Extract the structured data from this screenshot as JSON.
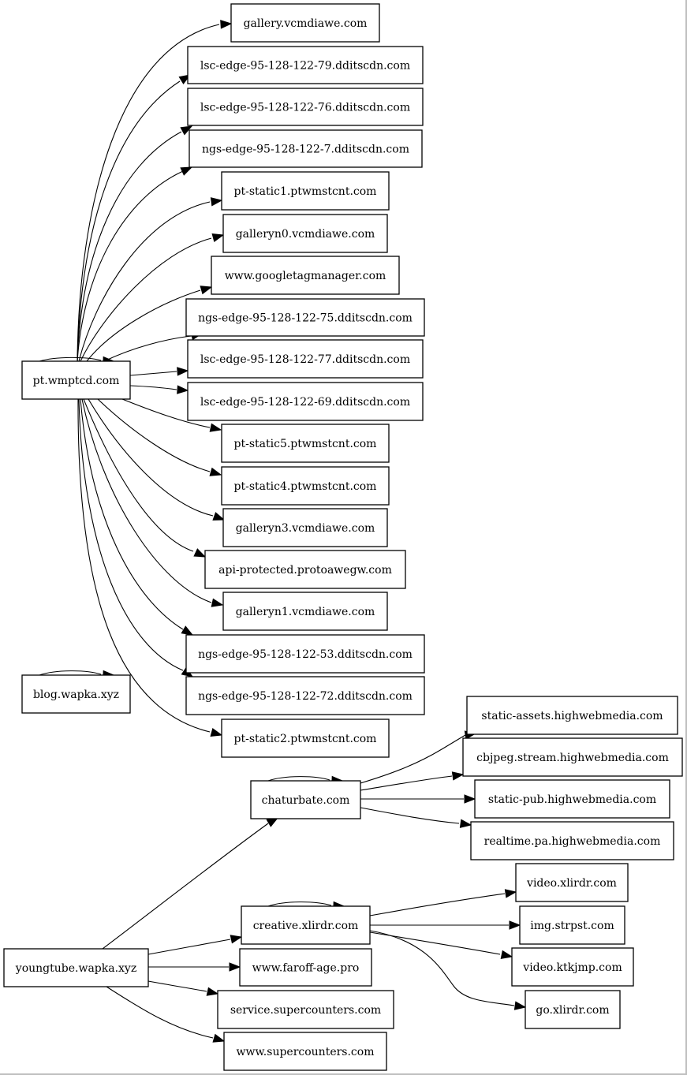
{
  "graph": {
    "nodes": {
      "pt": "pt.wmptcd.com",
      "blog": "blog.wapka.xyz",
      "youngtube": "youngtube.wapka.xyz",
      "chaturbate": "chaturbate.com",
      "creative": "creative.xlirdr.com",
      "gallery": "gallery.vcmdiawe.com",
      "lsc79": "lsc-edge-95-128-122-79.dditscdn.com",
      "lsc76": "lsc-edge-95-128-122-76.dditscdn.com",
      "ngs7": "ngs-edge-95-128-122-7.dditscdn.com",
      "ptstatic1": "pt-static1.ptwmstcnt.com",
      "galleryn0": "galleryn0.vcmdiawe.com",
      "gtm": "www.googletagmanager.com",
      "ngs75": "ngs-edge-95-128-122-75.dditscdn.com",
      "lsc77": "lsc-edge-95-128-122-77.dditscdn.com",
      "lsc69": "lsc-edge-95-128-122-69.dditscdn.com",
      "ptstatic5": "pt-static5.ptwmstcnt.com",
      "ptstatic4": "pt-static4.ptwmstcnt.com",
      "galleryn3": "galleryn3.vcmdiawe.com",
      "api": "api-protected.protoawegw.com",
      "galleryn1": "galleryn1.vcmdiawe.com",
      "ngs53": "ngs-edge-95-128-122-53.dditscdn.com",
      "ngs72": "ngs-edge-95-128-122-72.dditscdn.com",
      "ptstatic2": "pt-static2.ptwmstcnt.com",
      "staticassets": "static-assets.highwebmedia.com",
      "cbjpeg": "cbjpeg.stream.highwebmedia.com",
      "staticpub": "static-pub.highwebmedia.com",
      "realtime": "realtime.pa.highwebmedia.com",
      "videoxlirdr": "video.xlirdr.com",
      "imgstrpst": "img.strpst.com",
      "videoktkjmp": "video.ktkjmp.com",
      "goxlirdr": "go.xlirdr.com",
      "faroff": "www.faroff-age.pro",
      "servicesc": "service.supercounters.com",
      "wwwsc": "www.supercounters.com"
    },
    "edges": [
      [
        "pt",
        "pt"
      ],
      [
        "pt",
        "gallery"
      ],
      [
        "pt",
        "lsc79"
      ],
      [
        "pt",
        "lsc76"
      ],
      [
        "pt",
        "ngs7"
      ],
      [
        "pt",
        "ptstatic1"
      ],
      [
        "pt",
        "galleryn0"
      ],
      [
        "pt",
        "gtm"
      ],
      [
        "pt",
        "ngs75"
      ],
      [
        "pt",
        "lsc77"
      ],
      [
        "pt",
        "lsc69"
      ],
      [
        "pt",
        "ptstatic5"
      ],
      [
        "pt",
        "ptstatic4"
      ],
      [
        "pt",
        "galleryn3"
      ],
      [
        "pt",
        "api"
      ],
      [
        "pt",
        "galleryn1"
      ],
      [
        "pt",
        "ngs53"
      ],
      [
        "pt",
        "ngs72"
      ],
      [
        "pt",
        "ptstatic2"
      ],
      [
        "blog",
        "blog"
      ],
      [
        "chaturbate",
        "chaturbate"
      ],
      [
        "chaturbate",
        "staticassets"
      ],
      [
        "chaturbate",
        "cbjpeg"
      ],
      [
        "chaturbate",
        "staticpub"
      ],
      [
        "chaturbate",
        "realtime"
      ],
      [
        "creative",
        "creative"
      ],
      [
        "creative",
        "videoxlirdr"
      ],
      [
        "creative",
        "imgstrpst"
      ],
      [
        "creative",
        "videoktkjmp"
      ],
      [
        "creative",
        "goxlirdr"
      ],
      [
        "youngtube",
        "chaturbate"
      ],
      [
        "youngtube",
        "creative"
      ],
      [
        "youngtube",
        "faroff"
      ],
      [
        "youngtube",
        "servicesc"
      ],
      [
        "youngtube",
        "wwwsc"
      ]
    ]
  }
}
